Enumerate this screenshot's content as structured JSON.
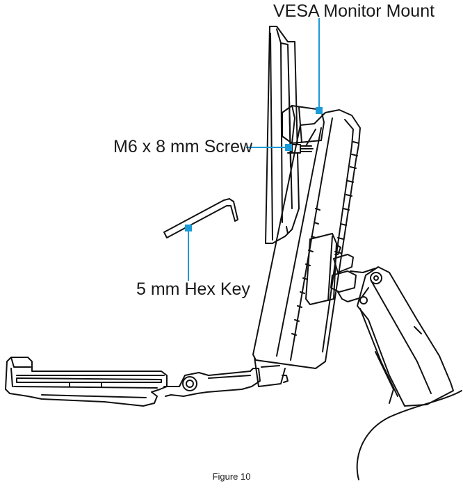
{
  "callouts": {
    "vesa_mount": "VESA Monitor Mount",
    "screw": "M6 x 8 mm Screw",
    "hex_key": "5 mm Hex Key"
  },
  "caption": "Figure 10",
  "colors": {
    "leader_line": "#1a9bd7",
    "line_art": "#111111"
  }
}
